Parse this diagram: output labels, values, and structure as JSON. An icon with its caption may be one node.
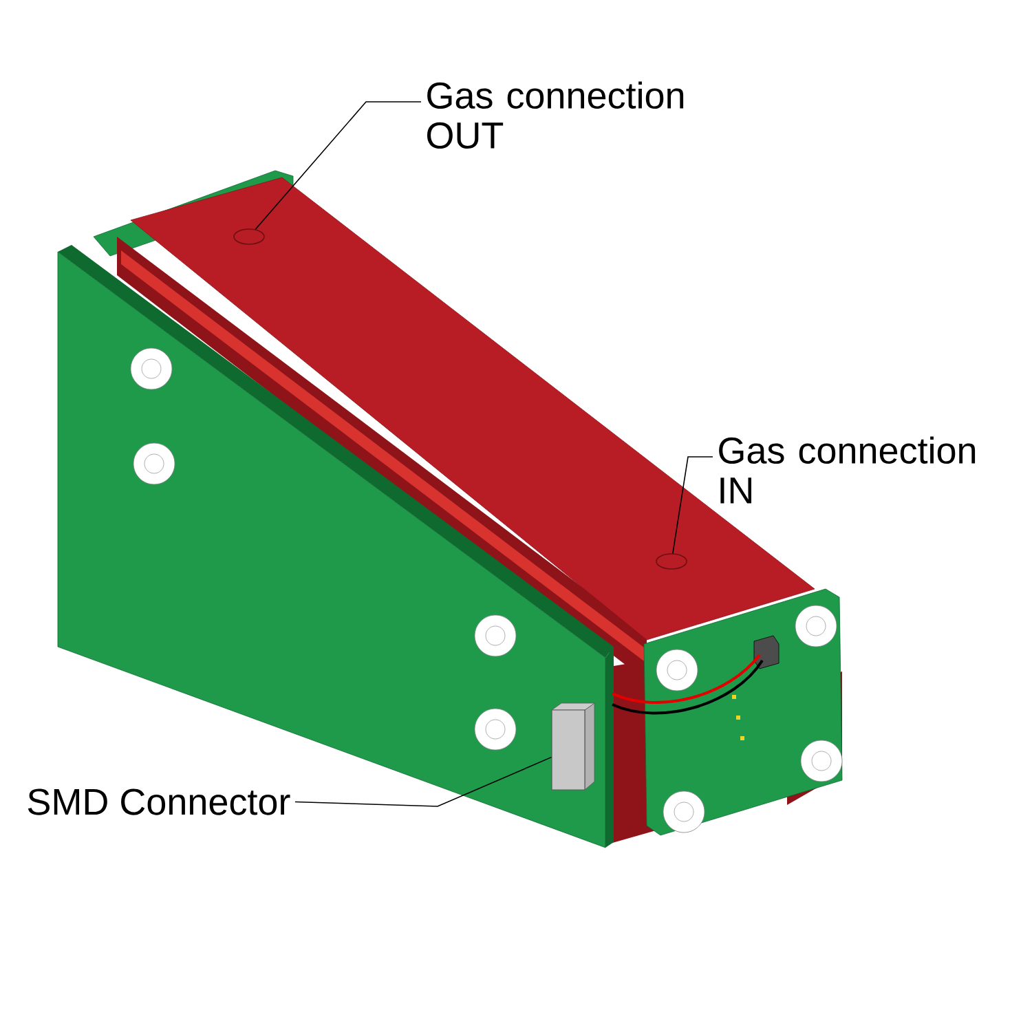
{
  "diagram": {
    "nodes": [
      {
        "text": [
          "Gas connection OUT"
        ]
      },
      {
        "text": [],
        "shape": "circle"
      },
      {
        "text": [
          "Gas connection IN"
        ]
      },
      {
        "text": [],
        "shape": "circle"
      },
      {
        "text": [
          "SMD Connector"
        ]
      },
      {
        "text": [],
        "shape": "box"
      }
    ],
    "edges": [
      {
        "from": 0,
        "to": 1,
        "arrow": "none"
      },
      {
        "from": 2,
        "to": 3,
        "arrow": "none"
      },
      {
        "from": 4,
        "to": 5,
        "arrow": "none"
      }
    ]
  }
}
